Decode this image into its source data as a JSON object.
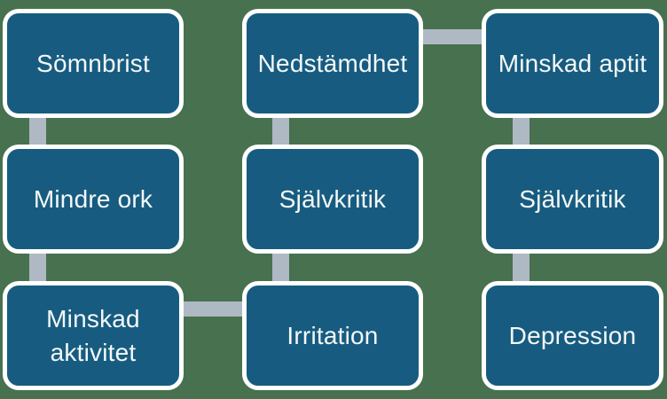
{
  "diagram": {
    "description": "Symptom diagram, 3x3 grid of linked boxes (Swedish)",
    "colors": {
      "background": "#47714F",
      "box_fill": "#175C80",
      "box_border": "#FFFFFF",
      "connector": "#AEB9C4",
      "text": "#F4F8F8"
    },
    "boxes": [
      {
        "id": "somnbrist",
        "label": "Sömnbrist",
        "col": 0,
        "row": 0
      },
      {
        "id": "nedstamdhet",
        "label": "Nedstämdhet",
        "col": 1,
        "row": 0
      },
      {
        "id": "minskad-aptit",
        "label": "Minskad aptit",
        "col": 2,
        "row": 0
      },
      {
        "id": "mindre-ork",
        "label": "Mindre ork",
        "col": 0,
        "row": 1
      },
      {
        "id": "sjalvkritik-mitt",
        "label": "Självkritik",
        "col": 1,
        "row": 1
      },
      {
        "id": "sjalvkritik-hoger",
        "label": "Självkritik",
        "col": 2,
        "row": 1
      },
      {
        "id": "minskad-aktivitet",
        "label": "Minskad aktivitet",
        "col": 0,
        "row": 2
      },
      {
        "id": "irritation",
        "label": "Irritation",
        "col": 1,
        "row": 2
      },
      {
        "id": "depression",
        "label": "Depression",
        "col": 2,
        "row": 2
      }
    ],
    "connections": [
      {
        "from": "somnbrist",
        "to": "mindre-ork",
        "orientation": "vertical"
      },
      {
        "from": "mindre-ork",
        "to": "minskad-aktivitet",
        "orientation": "vertical"
      },
      {
        "from": "nedstamdhet",
        "to": "sjalvkritik-mitt",
        "orientation": "vertical"
      },
      {
        "from": "sjalvkritik-mitt",
        "to": "irritation",
        "orientation": "vertical"
      },
      {
        "from": "minskad-aptit",
        "to": "sjalvkritik-hoger",
        "orientation": "vertical"
      },
      {
        "from": "sjalvkritik-hoger",
        "to": "depression",
        "orientation": "vertical"
      },
      {
        "from": "nedstamdhet",
        "to": "minskad-aptit",
        "orientation": "horizontal"
      },
      {
        "from": "minskad-aktivitet",
        "to": "irritation",
        "orientation": "horizontal"
      }
    ]
  }
}
